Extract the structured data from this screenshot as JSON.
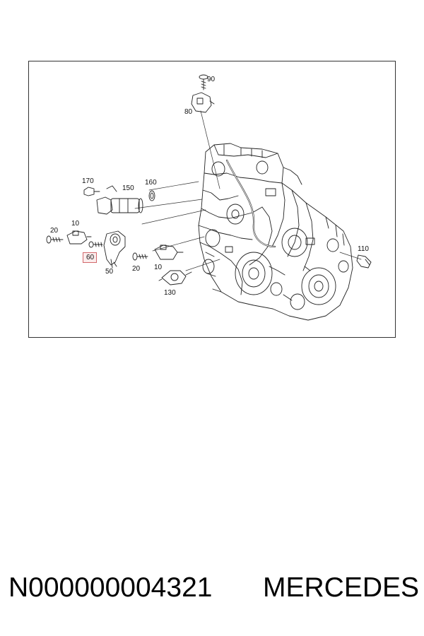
{
  "diagram": {
    "callouts": [
      "90",
      "80",
      "170",
      "150",
      "160",
      "10",
      "20",
      "60",
      "50",
      "20",
      "10",
      "130",
      "110"
    ],
    "highlighted_callout": "60",
    "highlight_color": "#d2686c"
  },
  "footer": {
    "part_number": "N000000004321",
    "brand": "MERCEDES"
  }
}
